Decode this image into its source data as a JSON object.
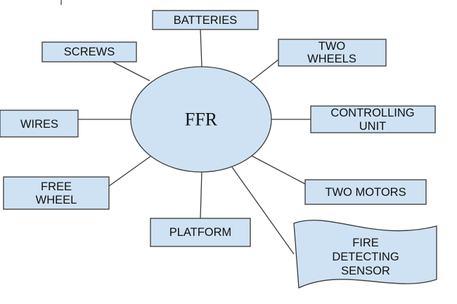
{
  "diagram": {
    "center": {
      "label": "FFR"
    },
    "nodes": {
      "batteries": [
        "BATTERIES"
      ],
      "screws": [
        "SCREWS"
      ],
      "two_wheels": [
        "TWO",
        "WHEELS"
      ],
      "wires": [
        "WIRES"
      ],
      "controlling_unit": [
        "CONTROLLING",
        "UNIT"
      ],
      "free_wheel": [
        "FREE",
        "WHEEL"
      ],
      "two_motors": [
        "TWO MOTORS"
      ],
      "platform": [
        "PLATFORM"
      ],
      "fire_sensor": [
        "FIRE",
        "DETECTING",
        "SENSOR"
      ]
    },
    "colors": {
      "fill": "#cfe2f3",
      "stroke": "#3a3a3a"
    }
  }
}
